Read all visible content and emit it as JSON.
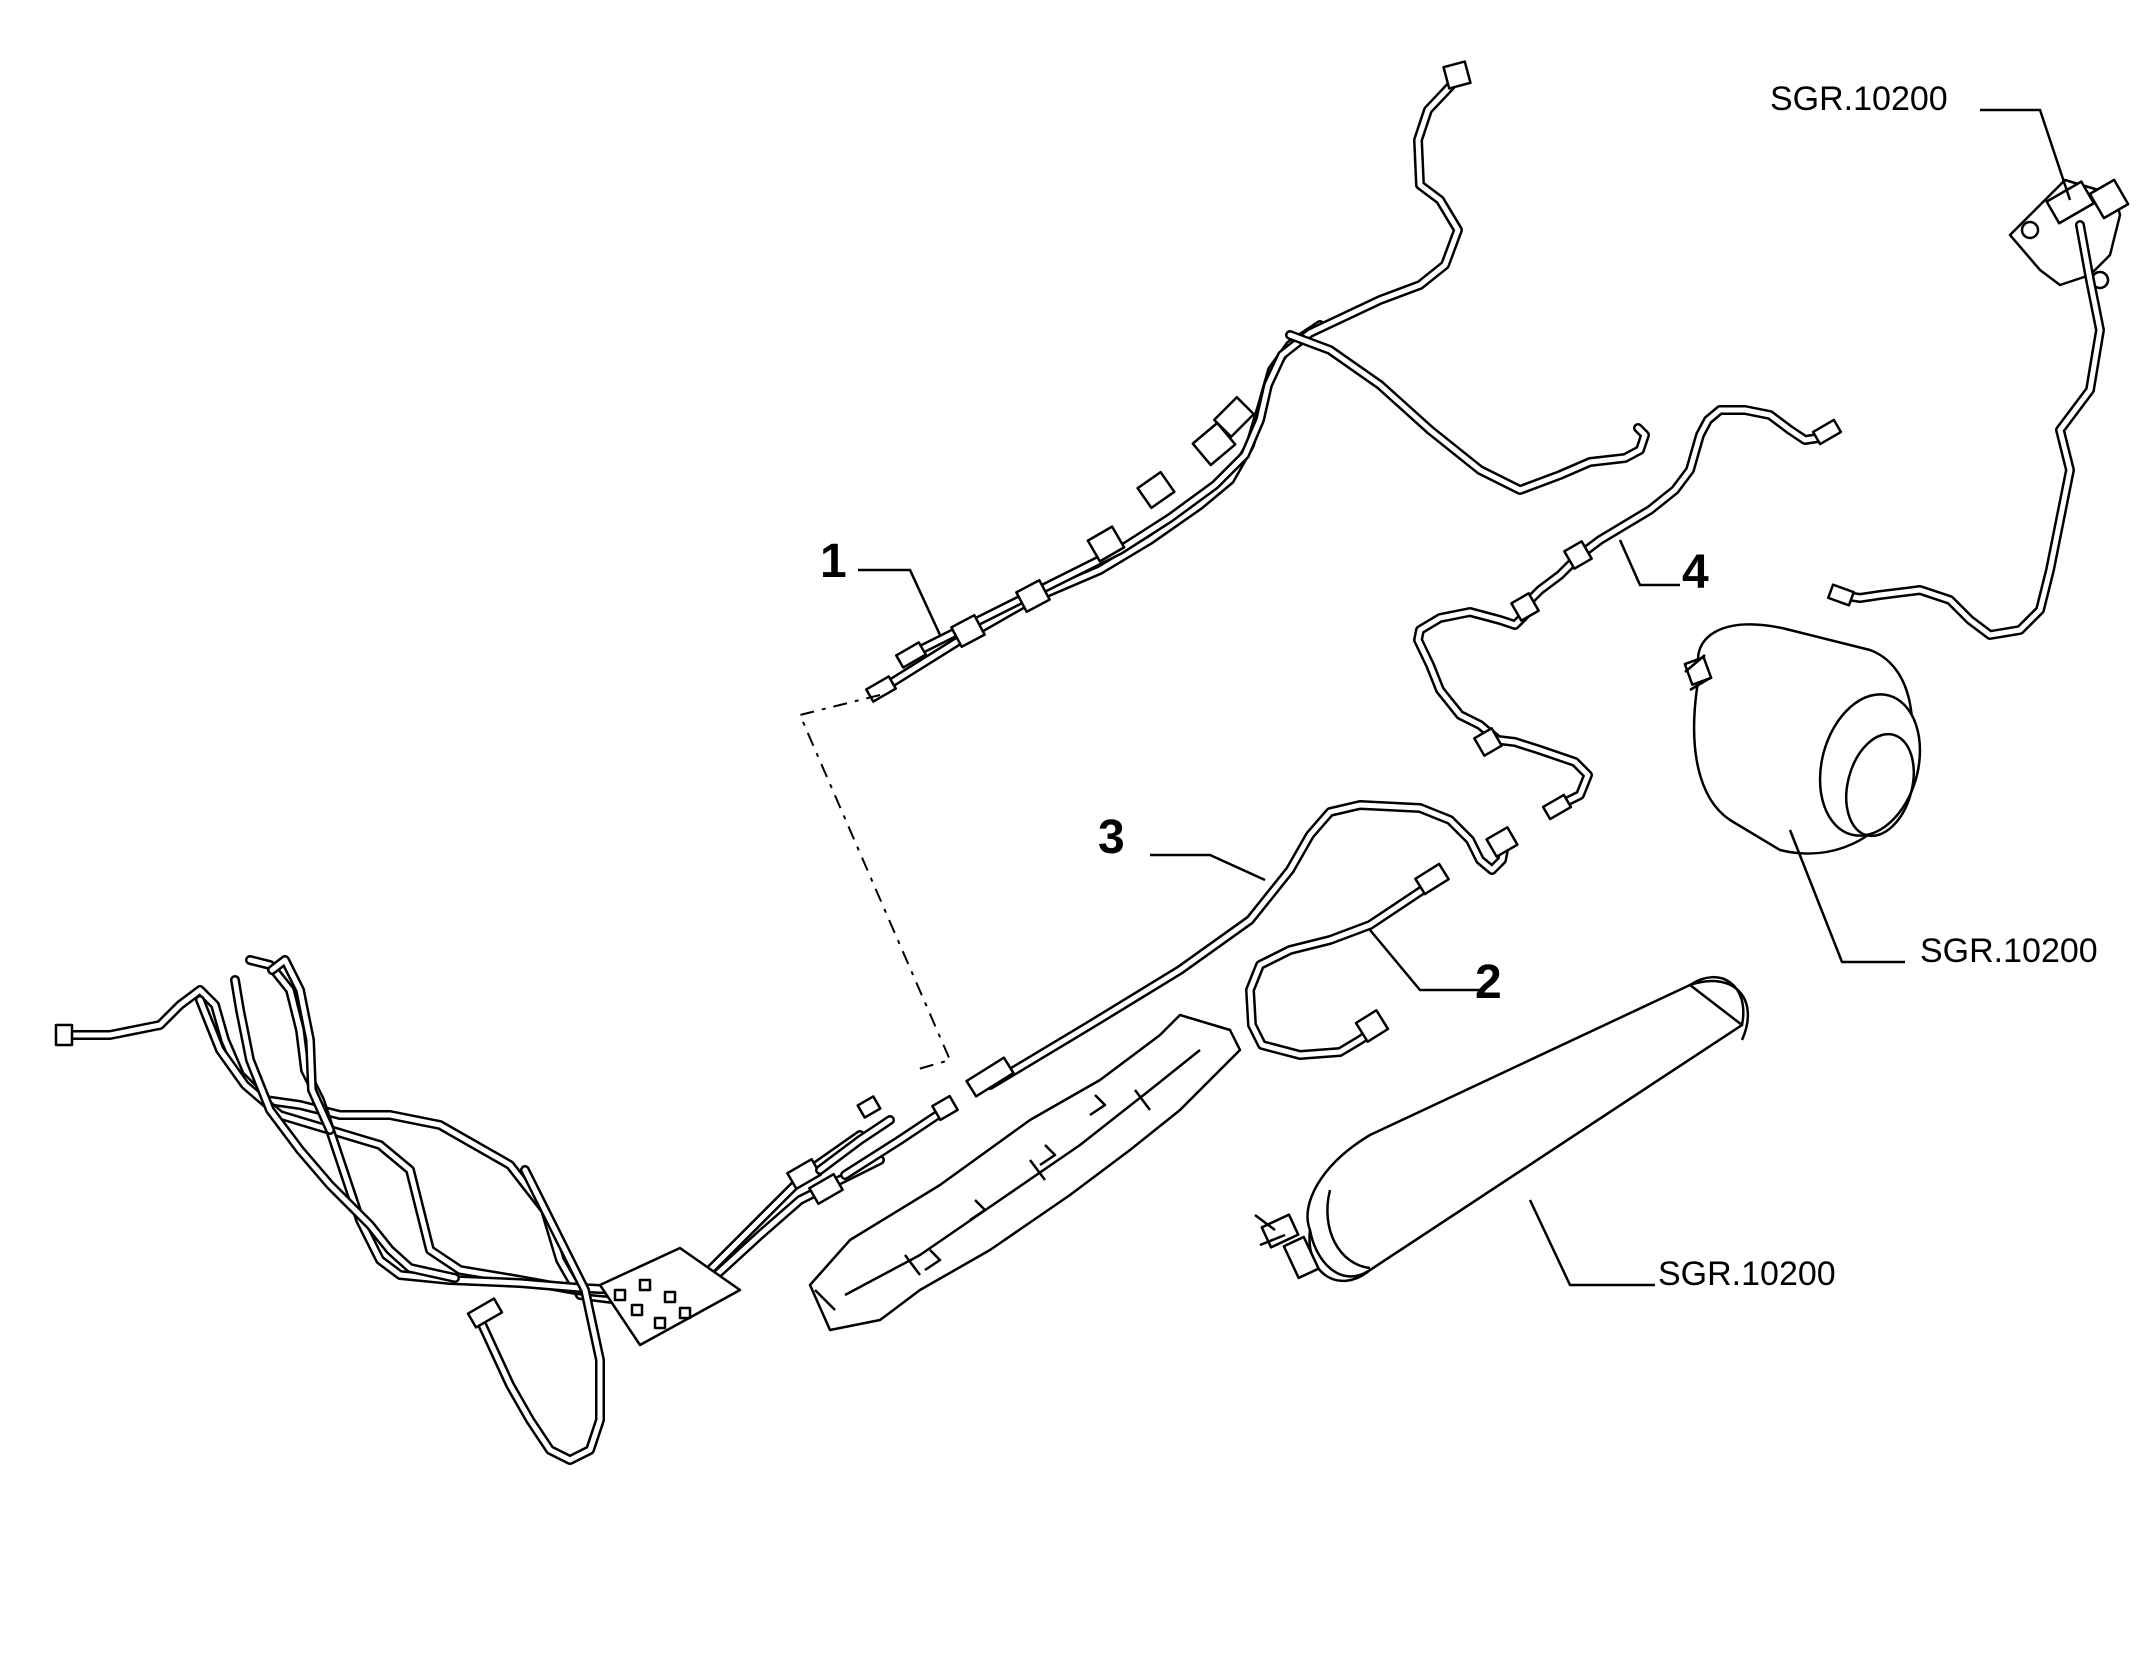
{
  "callouts": [
    {
      "id": "1",
      "label": "1"
    },
    {
      "id": "2",
      "label": "2"
    },
    {
      "id": "3",
      "label": "3"
    },
    {
      "id": "4",
      "label": "4"
    }
  ],
  "references": [
    {
      "id": "ref-valve",
      "label": "SGR.10200"
    },
    {
      "id": "ref-small-tank",
      "label": "SGR.10200"
    },
    {
      "id": "ref-large-tank",
      "label": "SGR.10200"
    }
  ]
}
